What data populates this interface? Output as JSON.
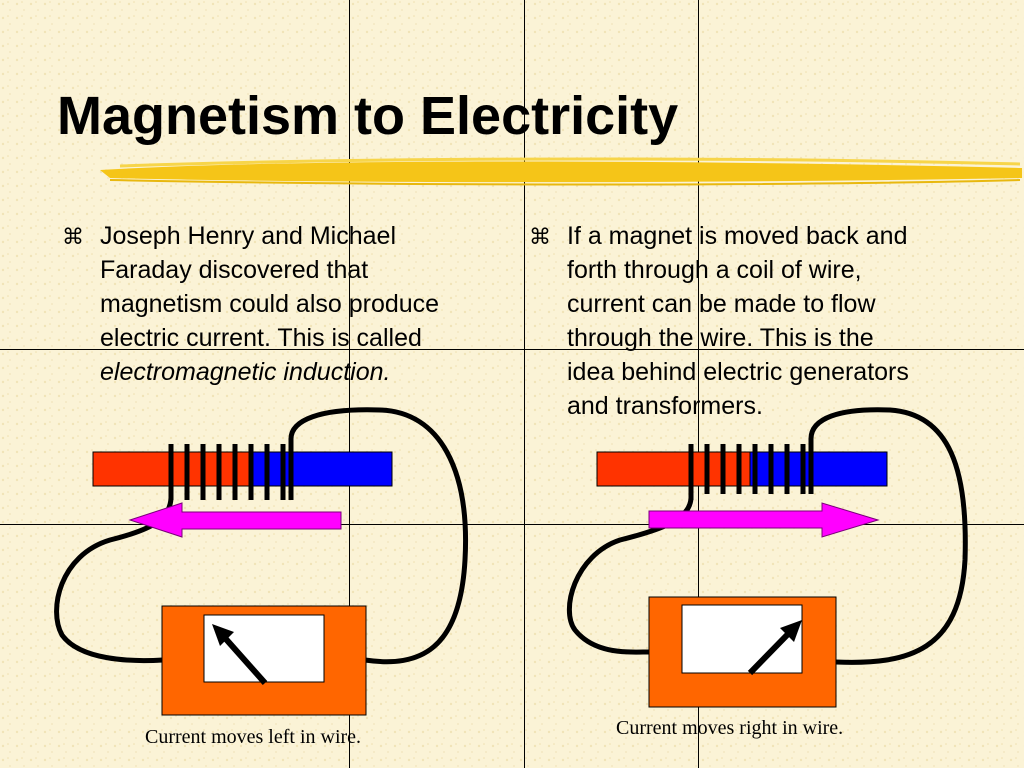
{
  "slide": {
    "title": "Magnetism to Electricity",
    "left_bullet": {
      "marker": "⌘",
      "lines": [
        "Joseph Henry and Michael",
        "Faraday discovered that",
        "magnetism could also produce",
        "electric current.  This is called"
      ],
      "emphasis": "electromagnetic induction."
    },
    "right_bullet": {
      "marker": "⌘",
      "lines": [
        "If a magnet is moved back and",
        "forth through a coil of wire,",
        "current can be made to flow",
        "through the wire.  This is the",
        "idea behind electric generators",
        "and transformers."
      ]
    },
    "left_caption": "Current moves left in wire.",
    "right_caption": "Current moves right in wire."
  },
  "colors": {
    "background": "#fbf3d6",
    "highlight": "#f5c518",
    "magnet_north": "#ff3300",
    "magnet_south": "#0000ff",
    "arrow": "#ff00ff",
    "meter_body": "#ff6600",
    "meter_face": "#ffffff",
    "wire": "#000000"
  },
  "diagram": {
    "left_arrow_direction": "left",
    "right_arrow_direction": "right",
    "left_needle": "pointing up-left",
    "right_needle": "pointing up-right"
  }
}
